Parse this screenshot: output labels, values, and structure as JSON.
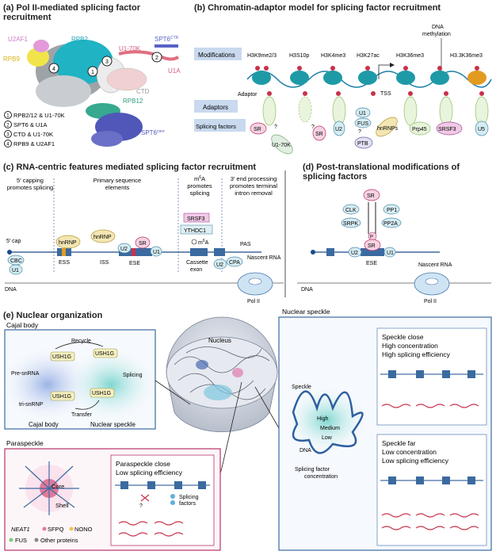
{
  "panel_a": {
    "title_line1": "(a) Pol II-mediated splicing factor",
    "title_line2": "recruitment",
    "labels": {
      "rpb2": "RPB2",
      "u2af1": "U2AF1",
      "rpb9": "RPB9",
      "u170k": "U1-70K",
      "spt6ctr": "SPT6",
      "spt6ctr_sup": "CTR",
      "u1a": "U1A",
      "ctd": "CTD",
      "rpb12": "RPB12",
      "spt6core": "SPT6",
      "spt6core_sup": "core"
    },
    "legend": [
      "RPB2/12 & U1-70K",
      "SPT6 & U1A",
      "CTD & U1-70K",
      "RPB9 & U2AF1"
    ]
  },
  "panel_b": {
    "title": "(b) Chromatin-adaptor model for splicing factor recruitment",
    "rows": {
      "modifications": "Modifications",
      "adaptors": "Adaptors",
      "splicing_factors": "Splicing factors"
    },
    "marks": [
      "H3K9me2/3",
      "H3S10p",
      "H3K4me3",
      "H3K27ac",
      "H3K36me3",
      "H3.3K36me3"
    ],
    "dna_methylation_1": "DNA",
    "dna_methylation_2": "methylation",
    "adaptor": "Adaptor",
    "tss": "TSS",
    "factors": {
      "sr": "SR",
      "u170k": "U1-70K",
      "sr2": "SR",
      "u2": "U2",
      "u1": "U1",
      "fus": "FUS",
      "ptb": "PTB",
      "hnrnps": "hnRNPs",
      "prp45": "Prp45",
      "srsf3": "SRSF3",
      "u5": "U5"
    },
    "q": "?"
  },
  "panel_c": {
    "title": "(c) RNA-centric features mediated splicing factor recruitment",
    "cap_1": "5′ capping",
    "cap_2": "promotes splicing",
    "prim_1": "Primary sequence",
    "prim_2": "elements",
    "m6a_1": "m",
    "m6a_sup": "6",
    "m6a_2": "A",
    "m6a_3": "promotes",
    "m6a_4": "splicing",
    "end_1": "3′ end processing",
    "end_2": "promotes terminal",
    "end_3": "intron removal",
    "cap5": "5′ cap",
    "cbc": "CBC",
    "u1": "U1",
    "hnrnp1": "hnRNP",
    "hnrnp2": "hnRNP",
    "ess": "ESS",
    "iss": "ISS",
    "u2": "U2",
    "sr": "SR",
    "u1b": "U1",
    "ese": "ESE",
    "srsf3": "SRSF3",
    "ythdc1": "YTHDC1",
    "m6a": "m",
    "m6a_mark_sup": "6",
    "m6a_mark": "A",
    "cassette_1": "Cassette",
    "cassette_2": "exon",
    "u2b": "U2",
    "cpa": "CPA",
    "pas": "PAS",
    "nascent": "Nascent RNA",
    "dna": "DNA",
    "pol": "Pol II"
  },
  "panel_d": {
    "title_line1": "(d) Post-translational modifications of",
    "title_line2": "splicing factors",
    "sr_top": "SR",
    "clk": "CLK",
    "srpk": "SRPK",
    "pp1": "PP1",
    "pp2a": "PP2A",
    "p": "P",
    "sr": "SR",
    "u2": "U2",
    "u1": "U1",
    "ese": "ESE",
    "nascent": "Nascent RNA",
    "dna": "DNA",
    "pol": "Pol II"
  },
  "panel_e": {
    "title": "(e) Nuclear organization",
    "cajal": {
      "title": "Cajal body",
      "recycle": "Recycle",
      "pre": "Pre-snRNA",
      "tri": "tri-snRNP",
      "splicing": "Splicing",
      "transfer": "Transfer",
      "ush": "USH1G",
      "cajal_label": "Cajal body",
      "speckle_label": "Nuclear speckle"
    },
    "nucleus": "Nucleus",
    "nuclear_speckle": {
      "title": "Nuclear speckle",
      "speckle": "Speckle",
      "high": "High",
      "medium": "Medium",
      "low": "Low",
      "dna": "DNA",
      "conc_1": "Splicing factor",
      "conc_2": "concentration",
      "close_1": "Speckle close",
      "close_2": "High concentration",
      "close_3": "High splicing efficiency",
      "far_1": "Speckle far",
      "far_2": "Low concentration",
      "far_3": "Low splicing efficiency"
    },
    "paraspeckle": {
      "title": "Paraspeckle",
      "core": "Core",
      "shell": "Shell",
      "box_1": "Paraspeckle close",
      "box_2": "Low splicing efficiency",
      "sf_1": "Splicing",
      "sf_2": "factors",
      "q": "?",
      "legend": [
        "NEAT1",
        "SFPQ",
        "NONO",
        "FUS",
        "Other proteins"
      ]
    }
  },
  "colors": {
    "blue_box": "#3b6aa0",
    "pink_box": "#b8336a",
    "nucleosome": "#1e9aa6",
    "ptm_red": "#c8324b"
  }
}
